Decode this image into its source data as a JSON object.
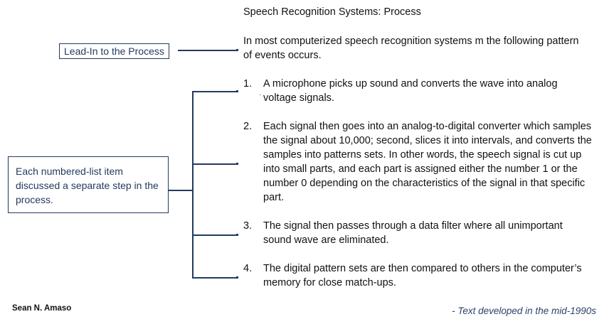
{
  "title": "Speech Recognition Systems: Process",
  "intro": "In most computerized speech recognition systems m the following pattern of events occurs.",
  "steps": [
    {
      "number": "1.",
      "text": "A microphone picks up sound and converts the wave into analog voltage signals."
    },
    {
      "number": "2.",
      "text": "Each signal then goes into an analog-to-digital converter which samples the signal about 10,000; second, slices it into intervals, and converts the samples into patterns sets. In other words, the speech signal is cut up into small parts, and each part is assigned either the number 1 or the number 0 depending on the characteristics of the signal in that specific part."
    },
    {
      "number": "3.",
      "text": "The signal then passes through a data filter where all unimportant sound wave are eliminated."
    },
    {
      "number": "4.",
      "text": "The digital pattern sets are then compared to others in the computer’s memory for close match-ups."
    }
  ],
  "callouts": {
    "lead_in": "Lead-In to the Process",
    "each_item": "Each numbered-list item discussed a separate step in the process."
  },
  "footer": {
    "author": "Sean N. Amaso",
    "note": "- Text developed in the mid-1990s"
  },
  "colors": {
    "accent": "#243a5e",
    "text": "#111111"
  }
}
